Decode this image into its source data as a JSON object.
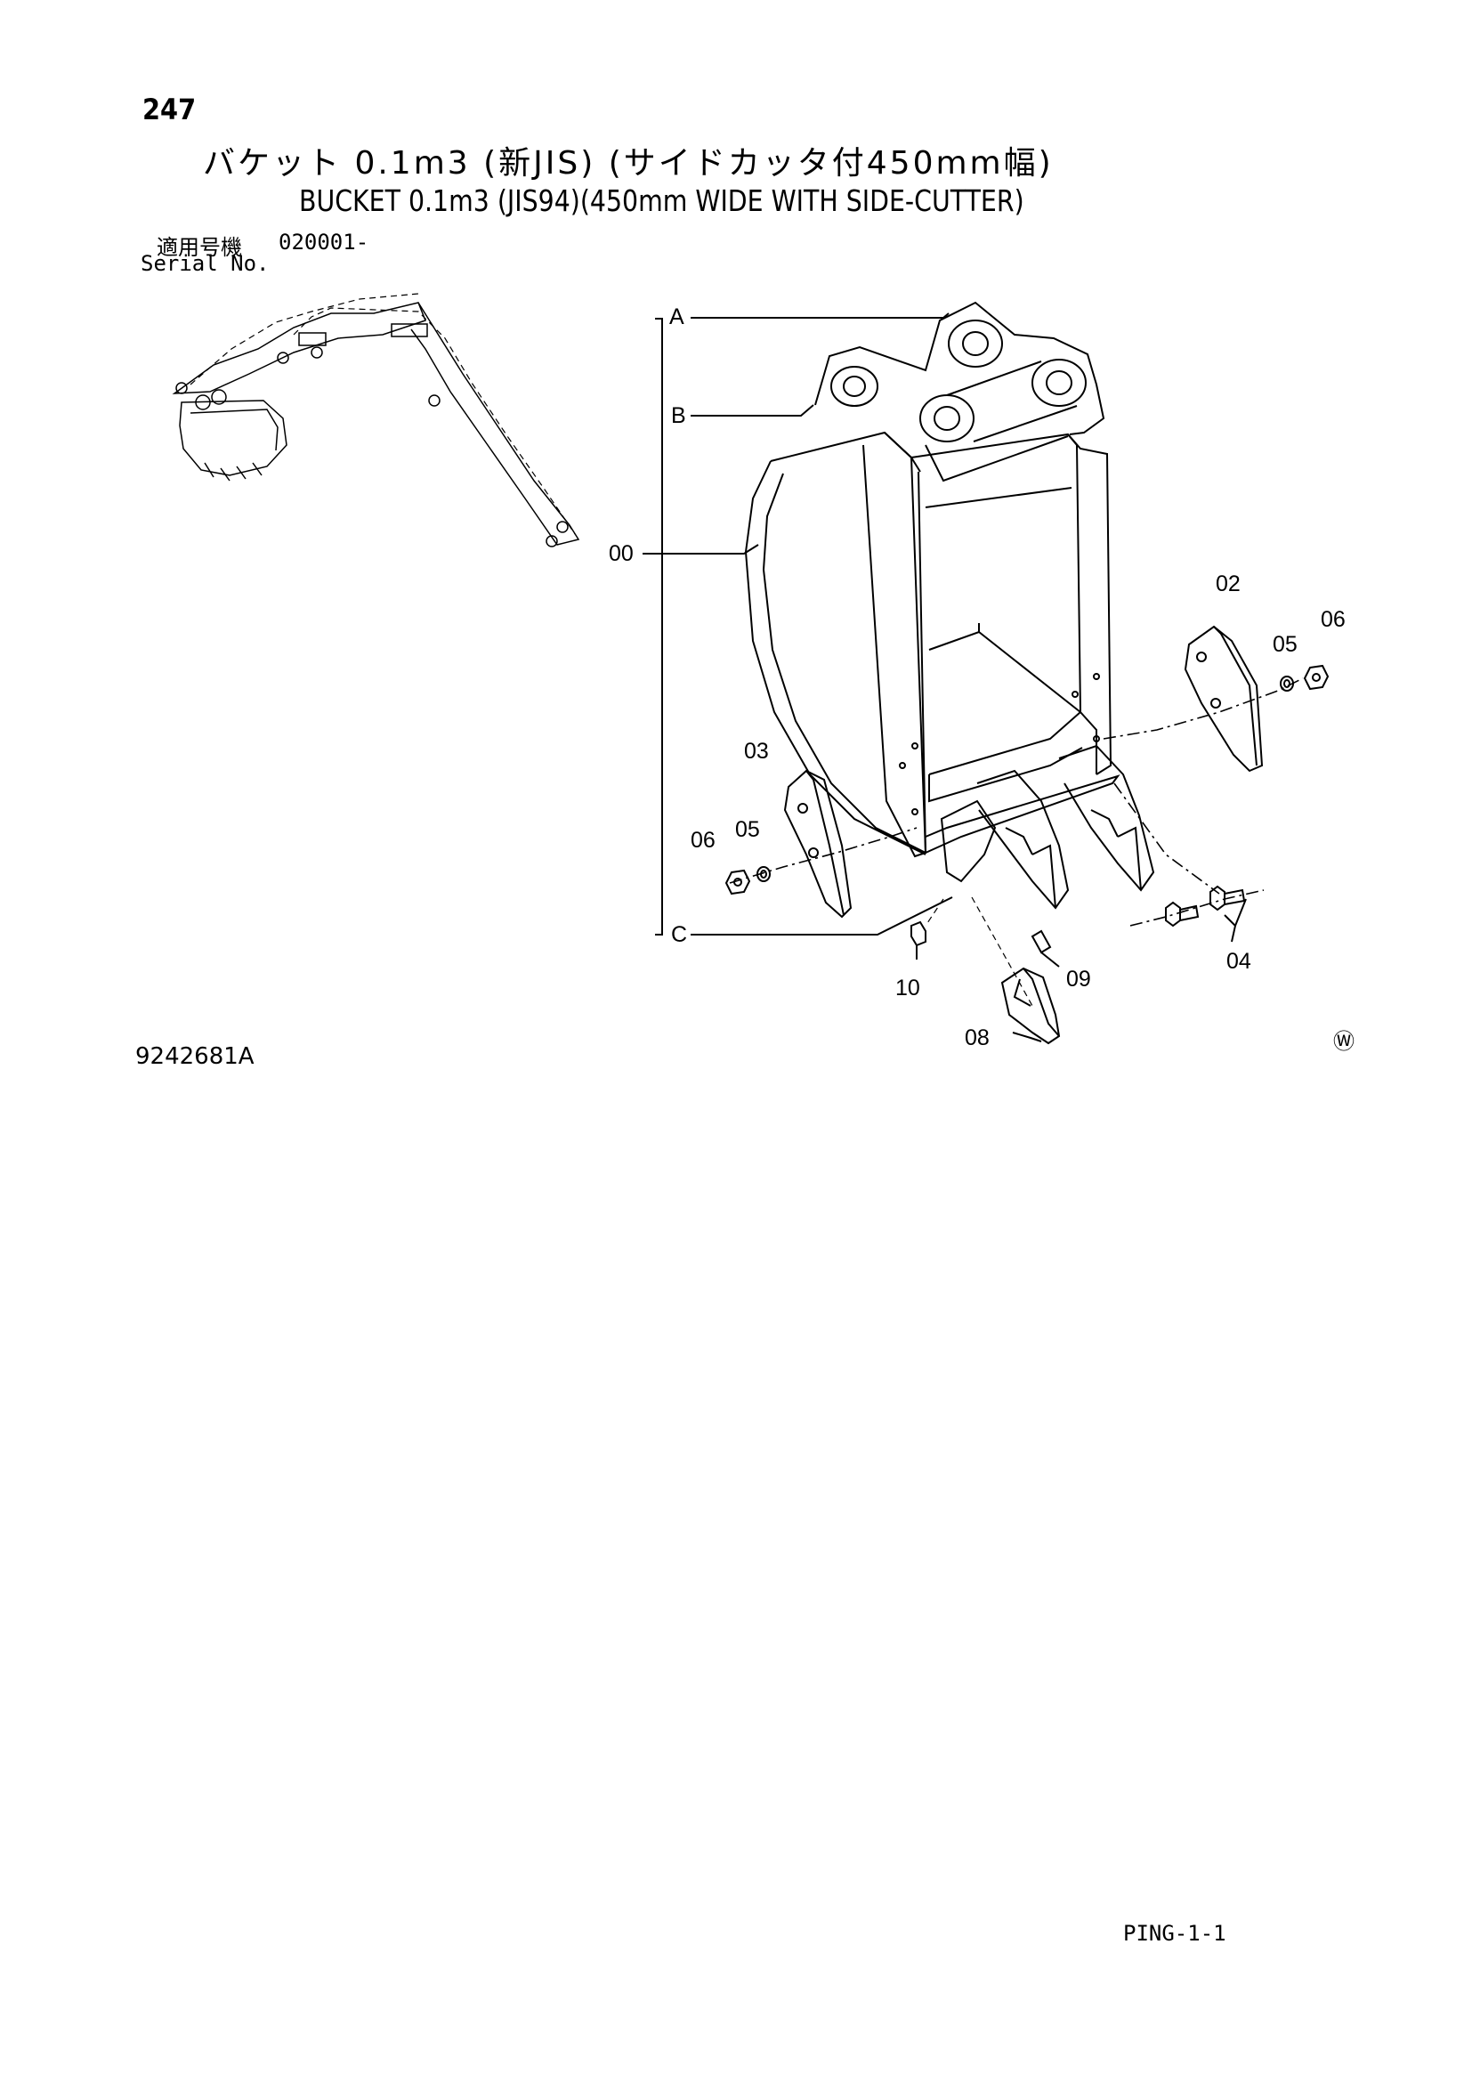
{
  "page": {
    "number": "247",
    "title_jp": "バケット 0.1m3 (新JIS) (サイドカッタ付450mm幅)",
    "title_en": "BUCKET 0.1m3 (JIS94)(450mm WIDE WITH SIDE-CUTTER)",
    "serial_label_jp": "適用号機",
    "serial_value": "020001-",
    "serial_label_en": "Serial No.",
    "drawing_number": "9242681A",
    "footer_code": "PING-1-1",
    "watermark_mark": "Ⓦ"
  },
  "callouts": {
    "A": "A",
    "B": "B",
    "C": "C",
    "p00": "00",
    "p02": "02",
    "p03": "03",
    "p04": "04",
    "p05_right": "05",
    "p06_right": "06",
    "p05_left": "05",
    "p06_left": "06",
    "p08": "08",
    "p09": "09",
    "p10": "10"
  }
}
